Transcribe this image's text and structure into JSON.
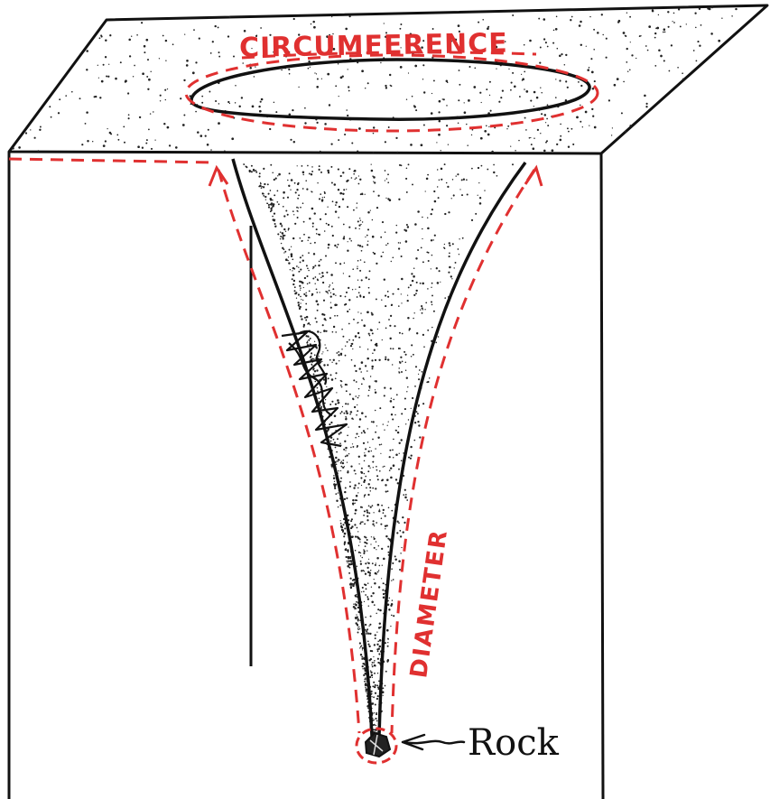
{
  "labels": {
    "circumference": "CIRCUMFERENCE",
    "diameter": "DIAMETER",
    "rock": "Rock"
  },
  "colors": {
    "ink": "#111111",
    "annotation": "#e03030",
    "paper": "#ffffff"
  }
}
